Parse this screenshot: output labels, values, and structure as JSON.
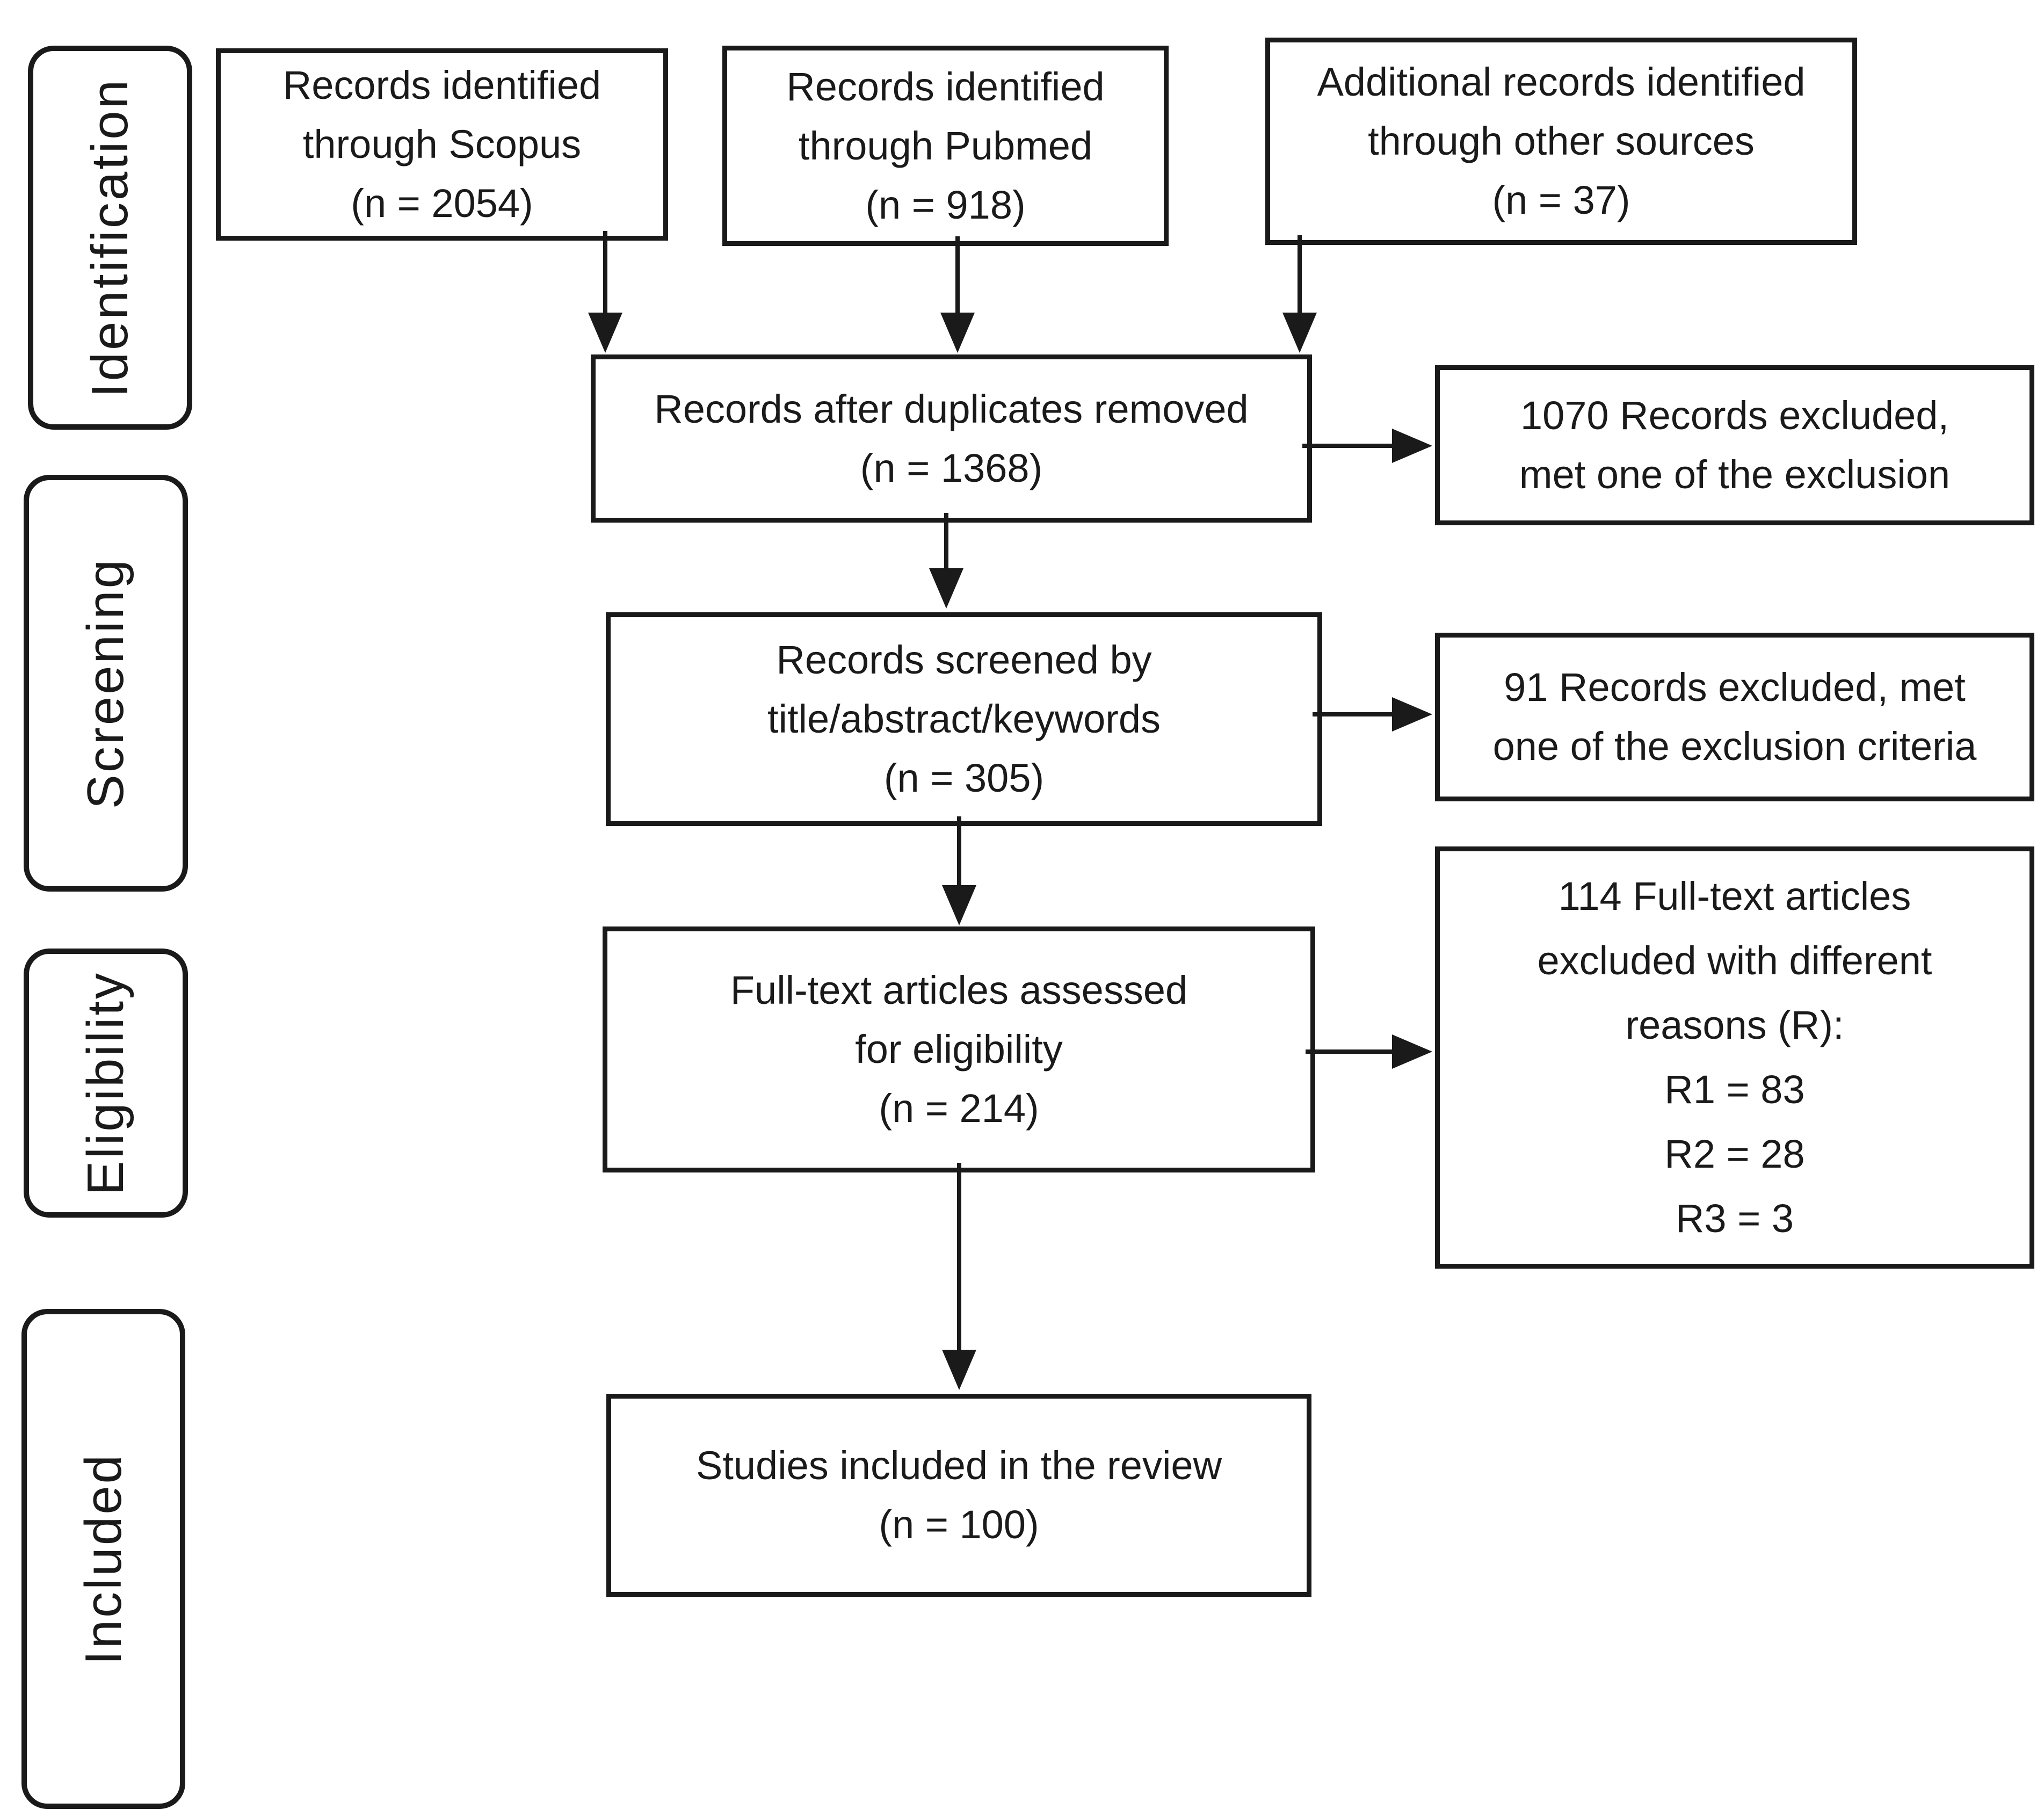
{
  "diagram": {
    "stages": [
      {
        "label": "Identification"
      },
      {
        "label": "Screening"
      },
      {
        "label": "Eligibility"
      },
      {
        "label": "Included"
      }
    ],
    "sources": [
      {
        "line1": "Records identified",
        "line2": "through Scopus",
        "count": "(n = 2054)"
      },
      {
        "line1": "Records identified",
        "line2": "through Pubmed",
        "count": "(n = 918)"
      },
      {
        "line1": "Additional records identified",
        "line2": "through other sources",
        "count": "(n = 37)"
      }
    ],
    "dedup": {
      "line1": "Records after duplicates removed",
      "count": "(n = 1368)"
    },
    "excluded1": {
      "line1": "1070 Records excluded,",
      "line2": "met one of the exclusion"
    },
    "screening": {
      "line1": "Records screened by",
      "line2": "title/abstract/keywords",
      "count": "(n = 305)"
    },
    "excluded2": {
      "line1": "91 Records excluded, met",
      "line2": "one of the exclusion criteria"
    },
    "eligibility": {
      "line1": "Full-text articles assessed",
      "line2": "for eligibility",
      "count": "(n = 214)"
    },
    "excluded3": {
      "line1": "114 Full-text articles",
      "line2": "excluded with different",
      "line3": "reasons (R):",
      "r1": "R1 = 83",
      "r2": "R2 = 28",
      "r3": "R3 = 3"
    },
    "included": {
      "line1": "Studies included in the review",
      "count": "(n = 100)"
    },
    "colors": {
      "border": "#1a1a1a",
      "text": "#1a1a1a",
      "background": "#ffffff"
    }
  }
}
